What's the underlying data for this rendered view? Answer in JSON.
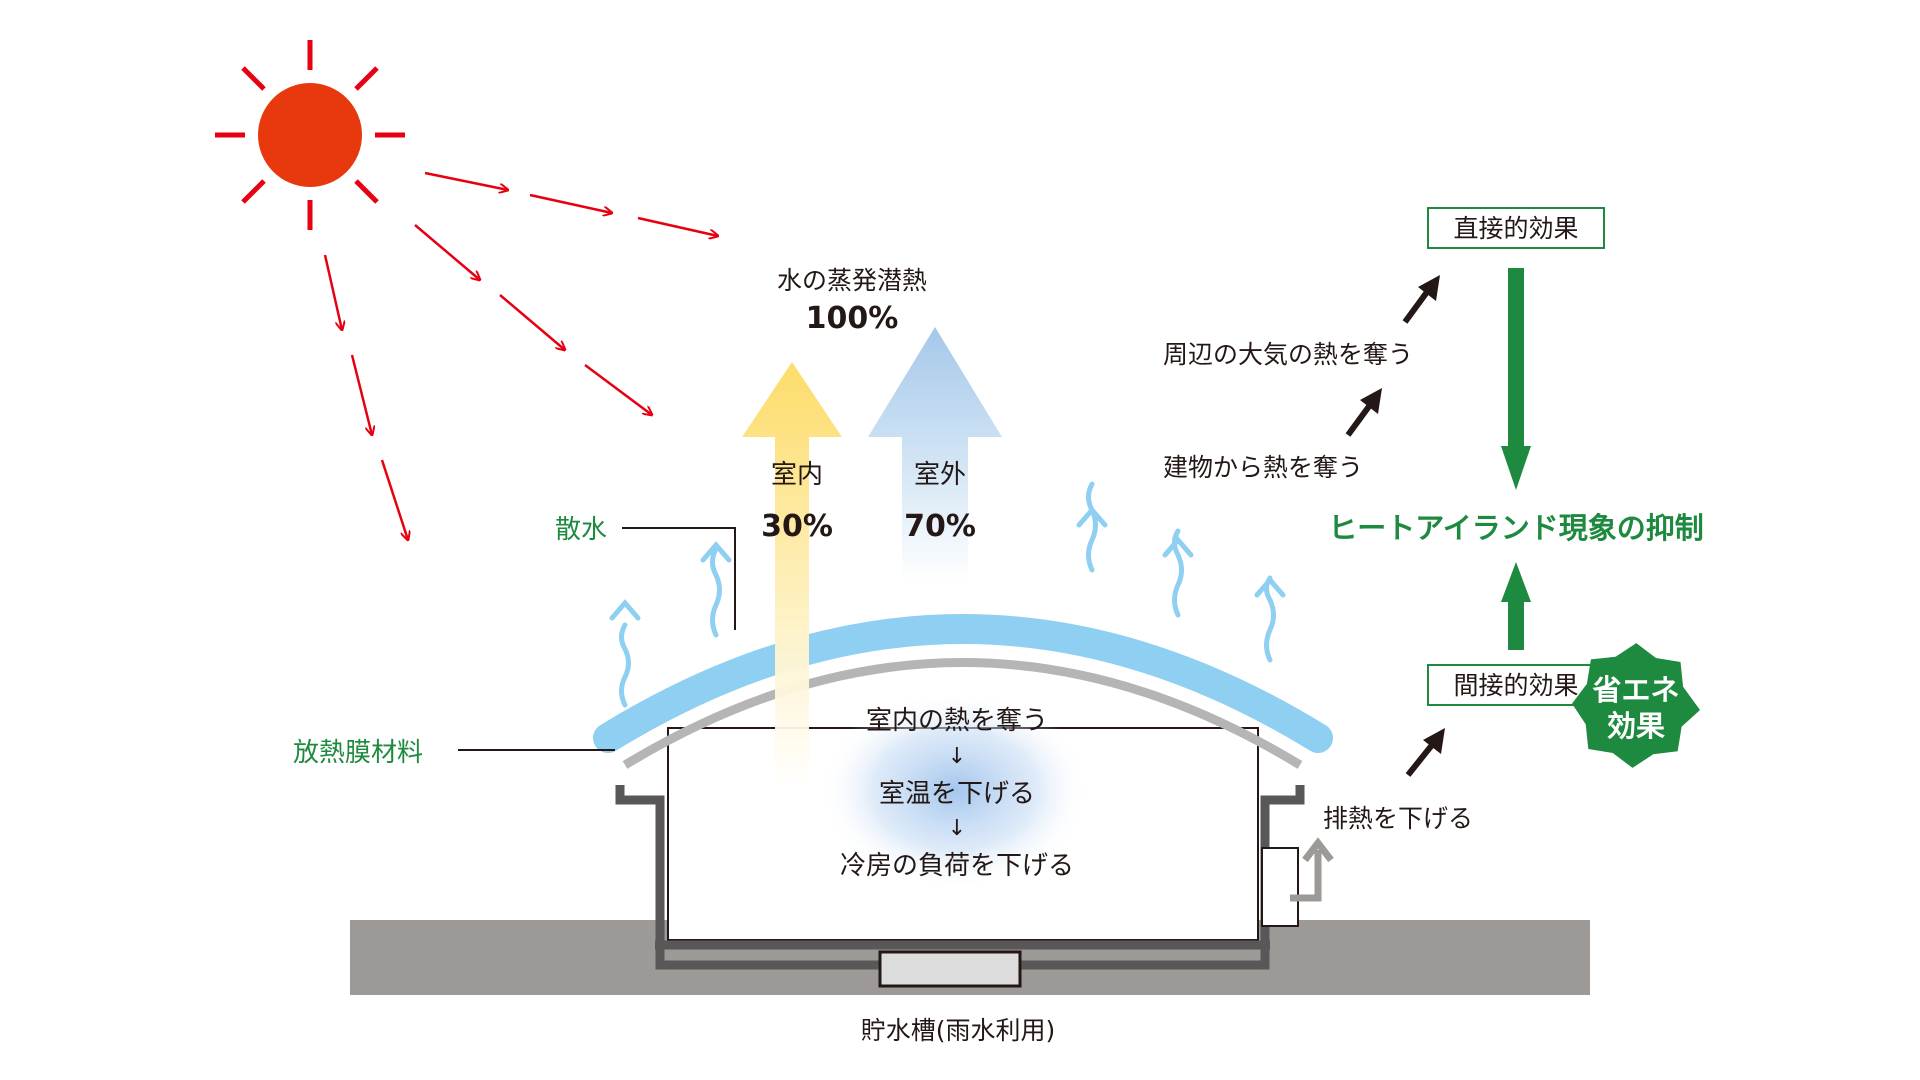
{
  "diagram": {
    "evaporation": {
      "label": "水の蒸発潜熱",
      "total": "100%"
    },
    "indoor": {
      "label": "室内",
      "percent": "30%"
    },
    "outdoor": {
      "label": "室外",
      "percent": "70%"
    },
    "sprinkle_label": "散水",
    "membrane_label": "放熱膜材料",
    "indoor_effects": [
      "室内の熱を奪う",
      "↓",
      "室温を下げる",
      "↓",
      "冷房の負荷を下げる"
    ],
    "tank_label": "貯水槽(雨水利用)",
    "right_chain": {
      "steal_building": "建物から熱を奪う",
      "steal_air": "周辺の大気の熱を奪う",
      "direct": "直接的効果",
      "indirect": "間接的効果",
      "exhaust": "排熱を下げる",
      "suppression": "ヒートアイランド現象の抑制"
    },
    "energy_saving": [
      "省エネ",
      "効果"
    ],
    "colors": {
      "sun": "#e8380d",
      "sun_rays": "#e60012",
      "green": "#1d8a3f",
      "water": "#8ecff2",
      "indoor_arrow": "#fddc6a",
      "outdoor_arrow": "#a5c8ea",
      "ground": "#9d9996",
      "text": "#231815"
    }
  }
}
